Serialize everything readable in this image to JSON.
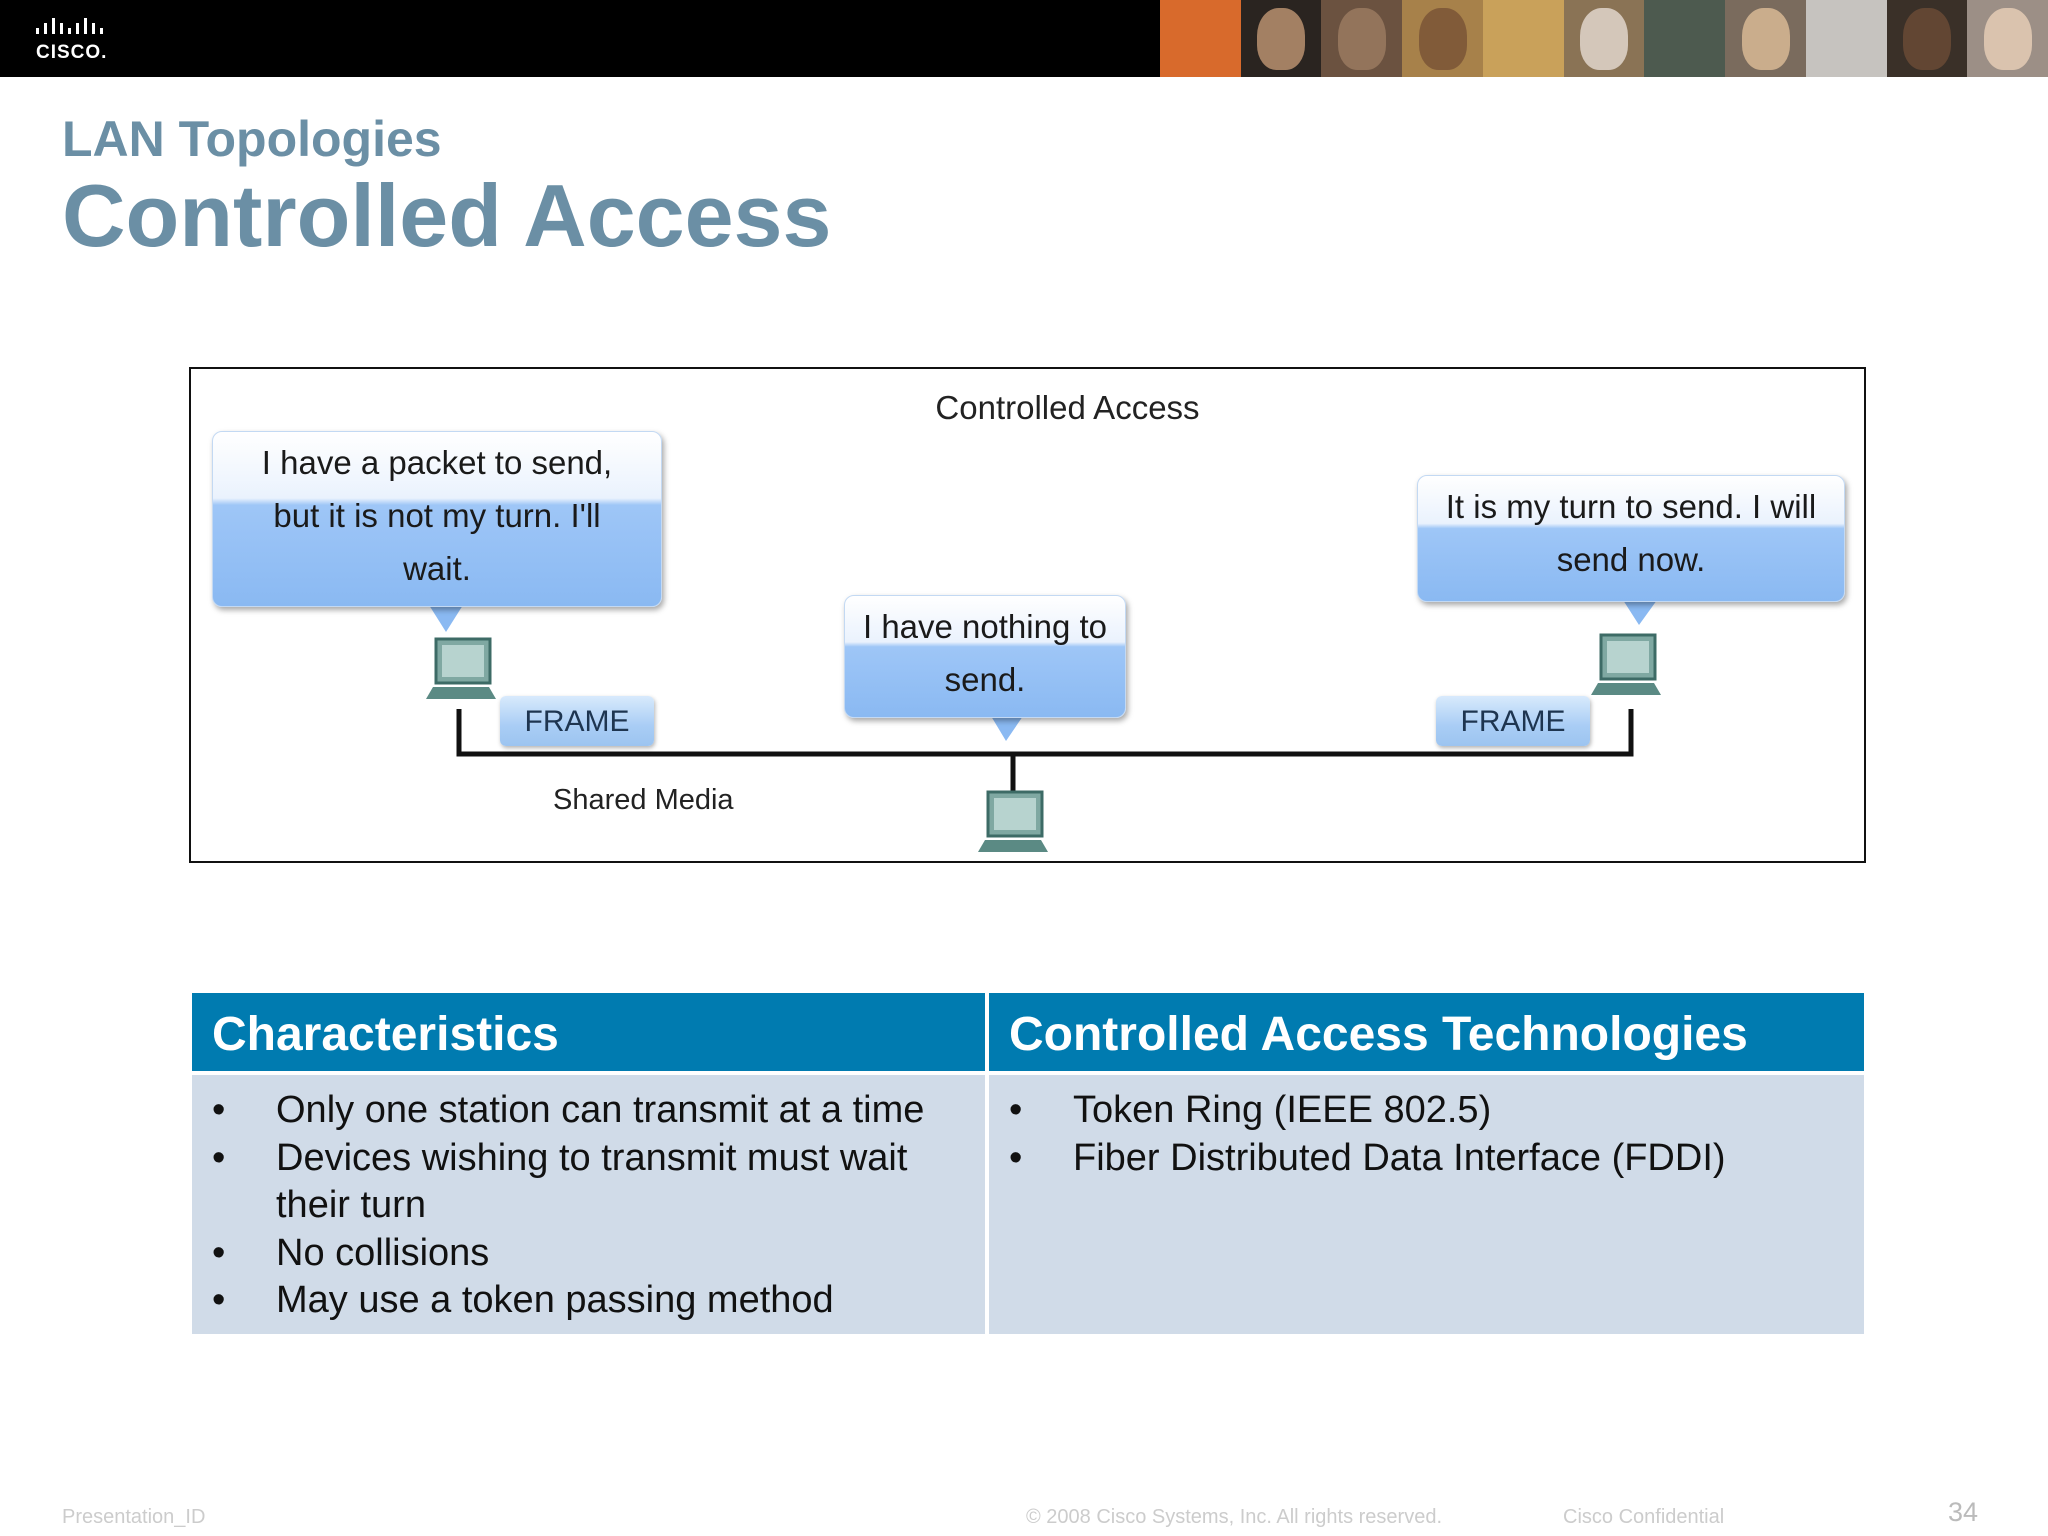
{
  "header": {
    "logo_text": "CISCO.",
    "photos": [
      "#d86a2c",
      "#6b5240",
      "#a7814a",
      "#5a4a3a",
      "#c9a15a",
      "#8a7355",
      "#4d5a4f",
      "#7a6b5d",
      "#c6c3bf",
      "#3a3028",
      "#9c8f86"
    ]
  },
  "slide": {
    "subtitle": "LAN Topologies",
    "title": "Controlled Access"
  },
  "diagram": {
    "title": "Controlled Access",
    "bubble_left": "I have a packet to send, but it is not my turn. I'll wait.",
    "bubble_middle": "I have nothing to send.",
    "bubble_right": "It is my turn to send. I will send now.",
    "frame_left": "FRAME",
    "frame_right": "FRAME",
    "media_label": "Shared Media"
  },
  "table": {
    "headers": [
      "Characteristics",
      "Controlled Access Technologies"
    ],
    "characteristics": [
      "Only one station can transmit at a time",
      "Devices wishing to transmit must wait their turn",
      "No collisions",
      "May use a token passing method"
    ],
    "technologies": [
      "Token Ring (IEEE 802.5)",
      "Fiber Distributed Data Interface (FDDI)"
    ],
    "bullet": "•"
  },
  "footer": {
    "presentation_id": "Presentation_ID",
    "copyright": "© 2008 Cisco Systems, Inc. All rights reserved.",
    "confidential": "Cisco Confidential",
    "page_number": "34"
  }
}
